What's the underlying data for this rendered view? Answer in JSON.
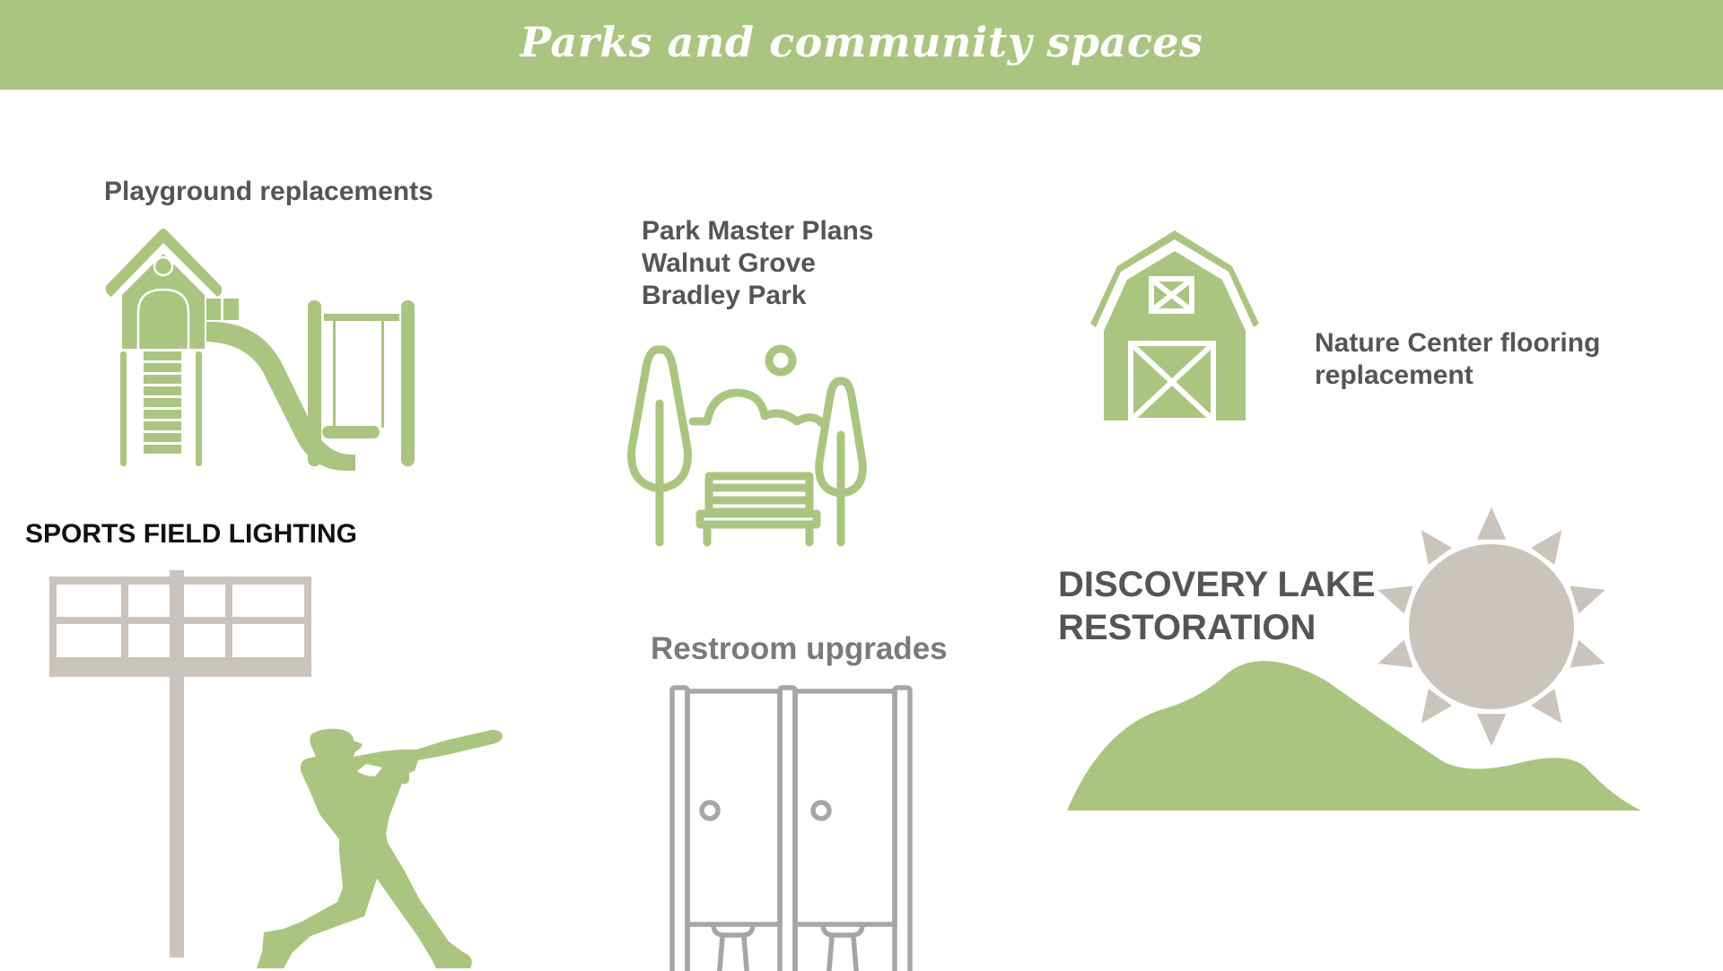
{
  "header": {
    "title": "Parks and community spaces",
    "background_color": "#aac580"
  },
  "colors": {
    "green": "#aac580",
    "beige_grey": "#cac4bc",
    "stall_grey": "#a6a6a6",
    "text_dark_grey": "#555555",
    "text_black": "#111111"
  },
  "items": {
    "playground": {
      "label": "Playground replacements",
      "icon": "playground-icon"
    },
    "park_master_plans": {
      "lines": [
        "Park Master Plans",
        "Walnut Grove",
        "Bradley Park"
      ],
      "icon": "park-bench-icon"
    },
    "nature_center": {
      "lines": [
        "Nature Center flooring",
        "replacement"
      ],
      "icon": "barn-icon"
    },
    "sports_field_lighting": {
      "label": "SPORTS FIELD LIGHTING",
      "icons": [
        "stadium-light-icon",
        "baseball-batter-icon"
      ]
    },
    "restroom": {
      "label": "Restroom upgrades",
      "icon": "restroom-stalls-icon"
    },
    "discovery_lake": {
      "lines": [
        "DISCOVERY LAKE",
        "RESTORATION"
      ],
      "icons": [
        "sun-icon",
        "hills-icon"
      ]
    }
  }
}
